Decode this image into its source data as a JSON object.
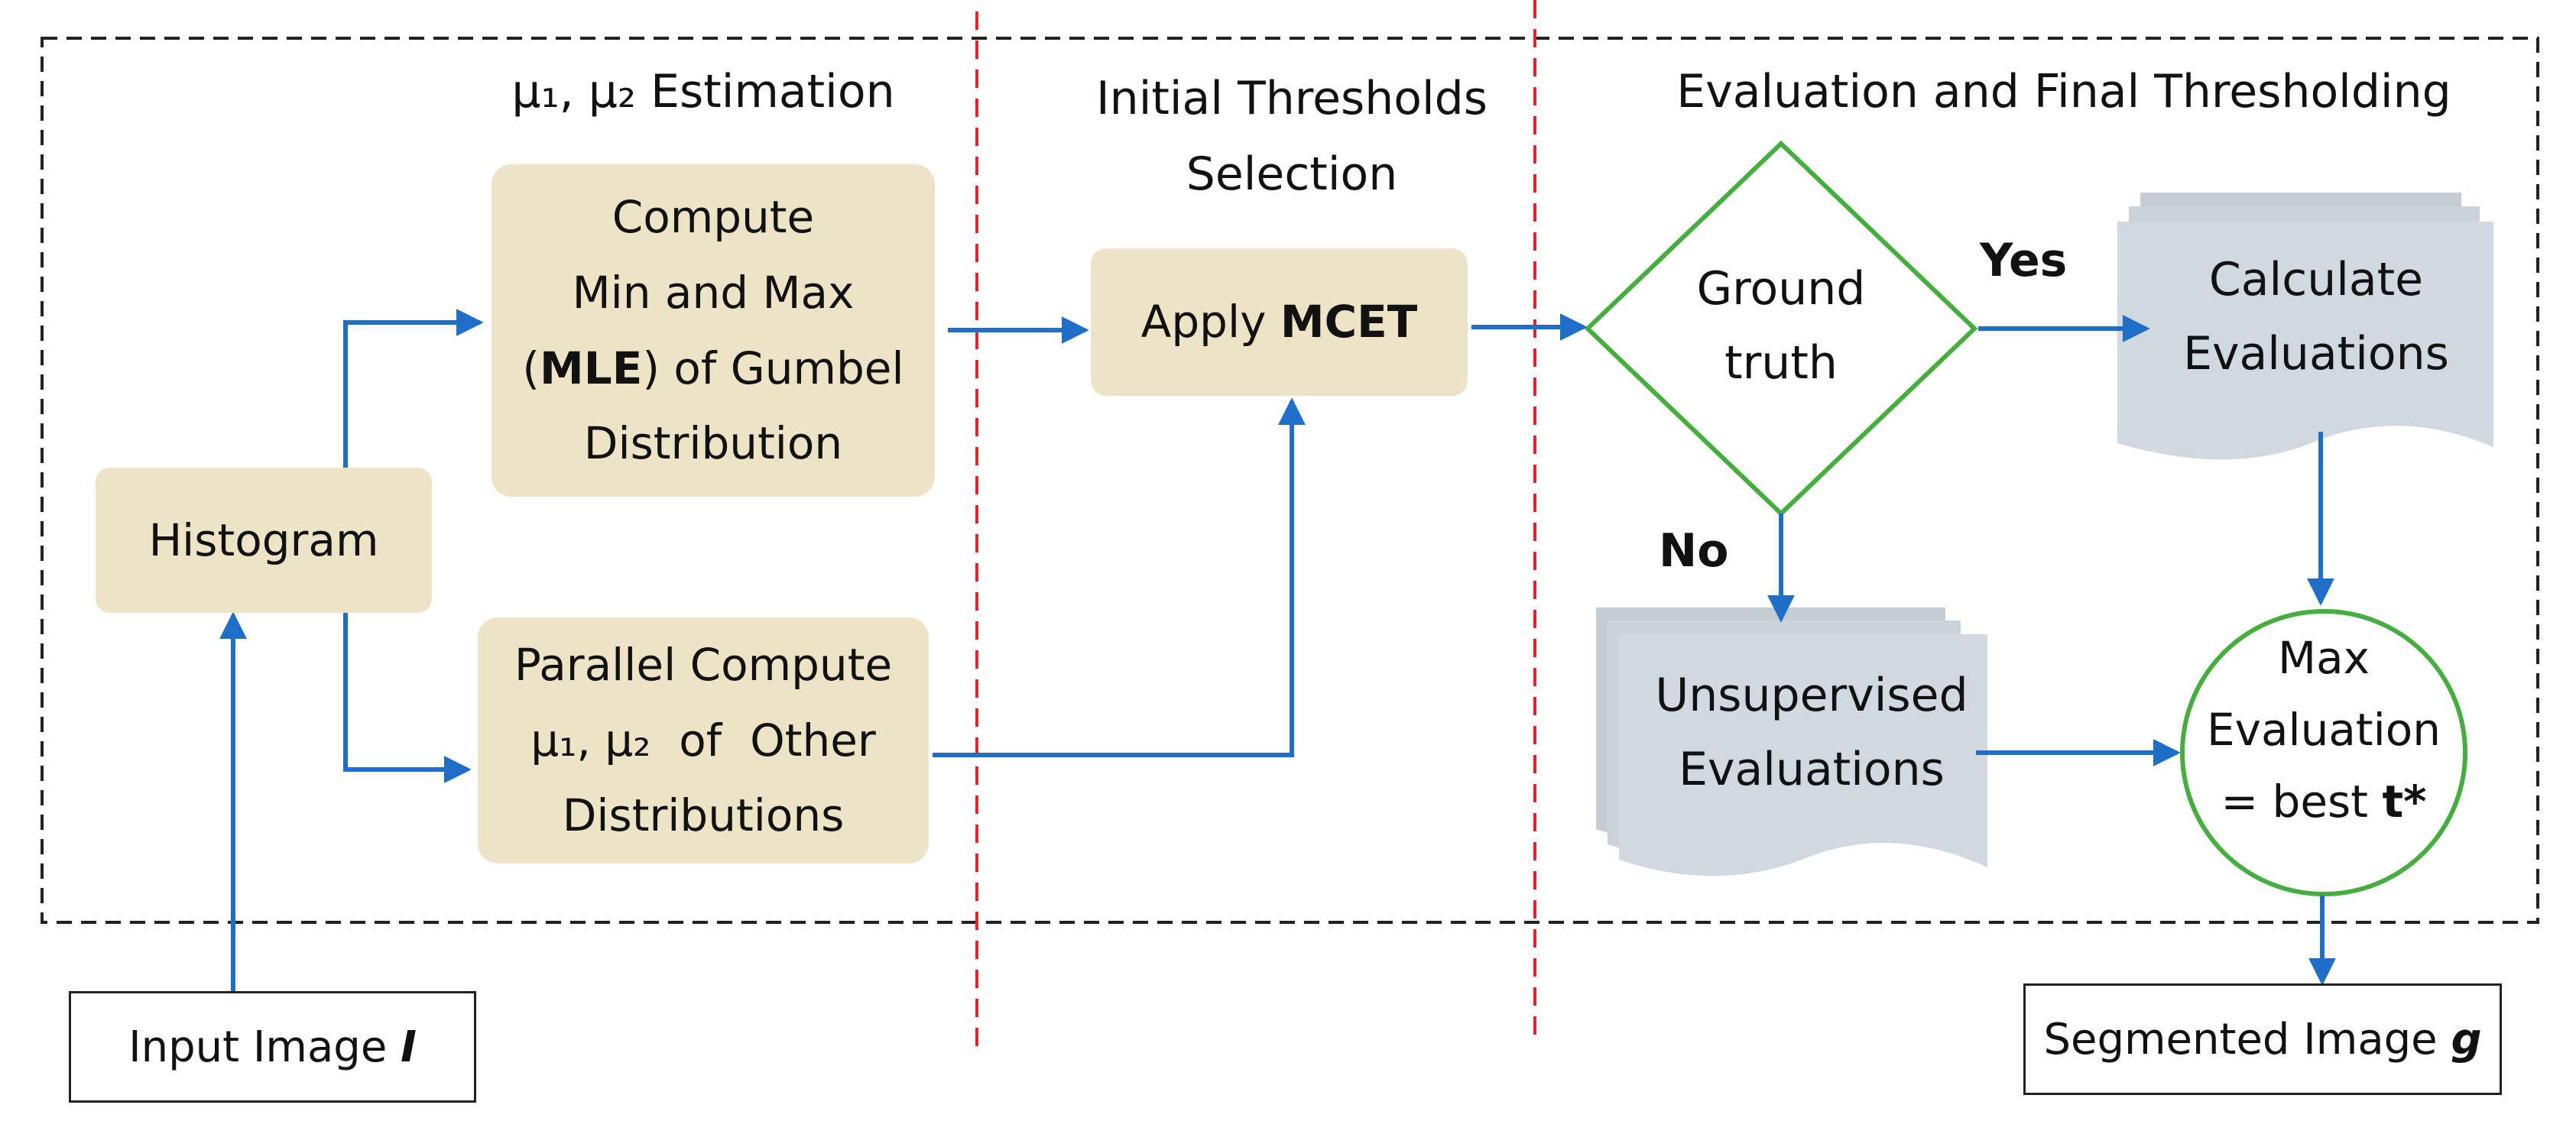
{
  "stages": {
    "stage1_title_symbols": "μ₁, μ₂",
    "stage1_title_text": "Estimation",
    "stage2_title_line1": "Initial Thresholds",
    "stage2_title_line2": "Selection",
    "stage3_title": "Evaluation and Final Thresholding"
  },
  "nodes": {
    "histogram": "Histogram",
    "gumbel": {
      "line1": "Compute",
      "line2": "Min and Max",
      "line3_open": "(",
      "line3_bold": "MLE",
      "line3_rest": ") of Gumbel",
      "line4": "Distribution"
    },
    "parallel": {
      "line1": "Parallel Compute",
      "line2": "μ₁, μ₂  of  Other",
      "line3": "Distributions"
    },
    "mcet": {
      "prefix": "Apply ",
      "bold": "MCET"
    },
    "ground_truth": {
      "line1": "Ground",
      "line2": "truth"
    },
    "calc_eval": {
      "line1": "Calculate",
      "line2": "Evaluations"
    },
    "unsup_eval": {
      "line1": "Unsupervised",
      "line2": "Evaluations"
    },
    "max_eval": {
      "line1": "Max",
      "line2": "Evaluation",
      "line3_prefix": "= best ",
      "line3_bold": "t*"
    },
    "input_image": {
      "text": "Input Image ",
      "var": "I"
    },
    "segmented_image": {
      "text": "Segmented Image ",
      "var": "g"
    }
  },
  "edge_labels": {
    "yes": "Yes",
    "no": "No"
  },
  "colors": {
    "box_fill": "#ede3c6",
    "doc_fill": "#d0d9e1",
    "arrow": "#1f6fc8",
    "decision_stroke": "#46ad3f",
    "divider": "#e3242b",
    "frame": "#222222"
  }
}
